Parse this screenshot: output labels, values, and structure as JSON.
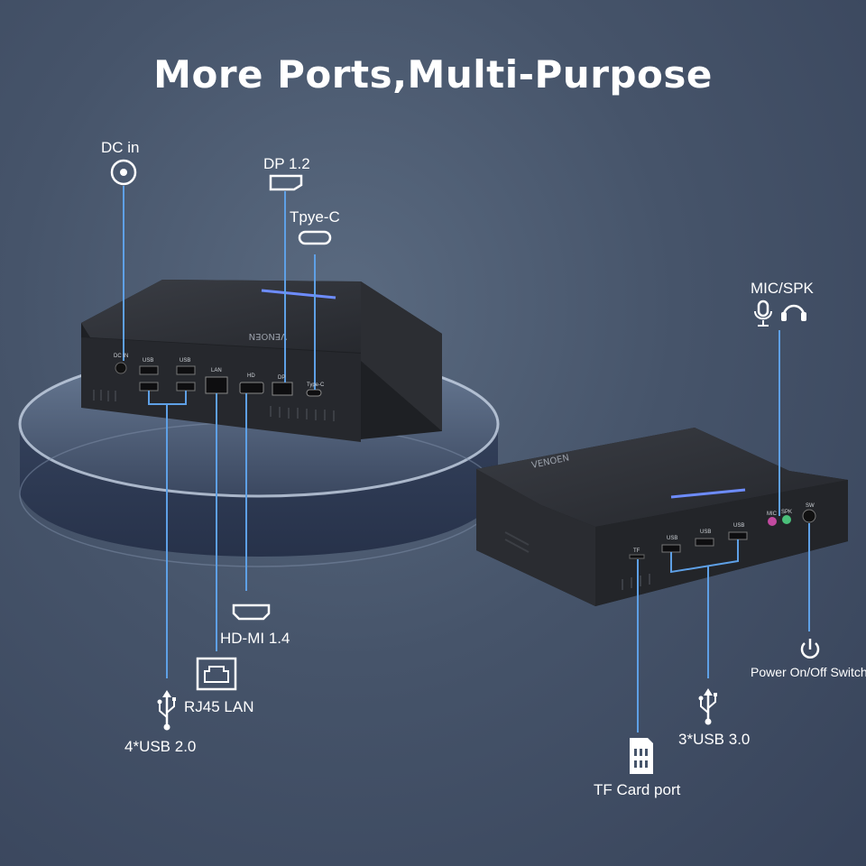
{
  "title": "More Ports,Multi-Purpose",
  "brand": "VENOEN",
  "ports_left": {
    "dc_in": "DC in",
    "dp": "DP 1.2",
    "typec": "Tpye-C",
    "hdmi": "HD-MI 1.4",
    "rj45": "RJ45 LAN",
    "usb2": "4*USB 2.0"
  },
  "ports_right": {
    "mic_spk": "MIC/SPK",
    "power": "Power On/Off Switch",
    "usb3": "3*USB 3.0",
    "tf": "TF Card port"
  },
  "device_labels": {
    "dcin": "DC IN",
    "usb": "USB",
    "lan": "LAN",
    "hd": "HD",
    "dp": "DP",
    "typec": "Type-C",
    "tf": "TF",
    "mic": "MIC",
    "spk": "SPK",
    "sw": "SW"
  },
  "colors": {
    "accent_line": "#5ea0e6",
    "background": "#46546a",
    "device_body": "#2a2c30"
  },
  "icons": [
    "dc-jack-icon",
    "displayport-icon",
    "usb-c-icon",
    "hdmi-icon",
    "rj45-icon",
    "usb-icon",
    "microphone-icon",
    "headphones-icon",
    "power-icon",
    "sd-card-icon"
  ]
}
